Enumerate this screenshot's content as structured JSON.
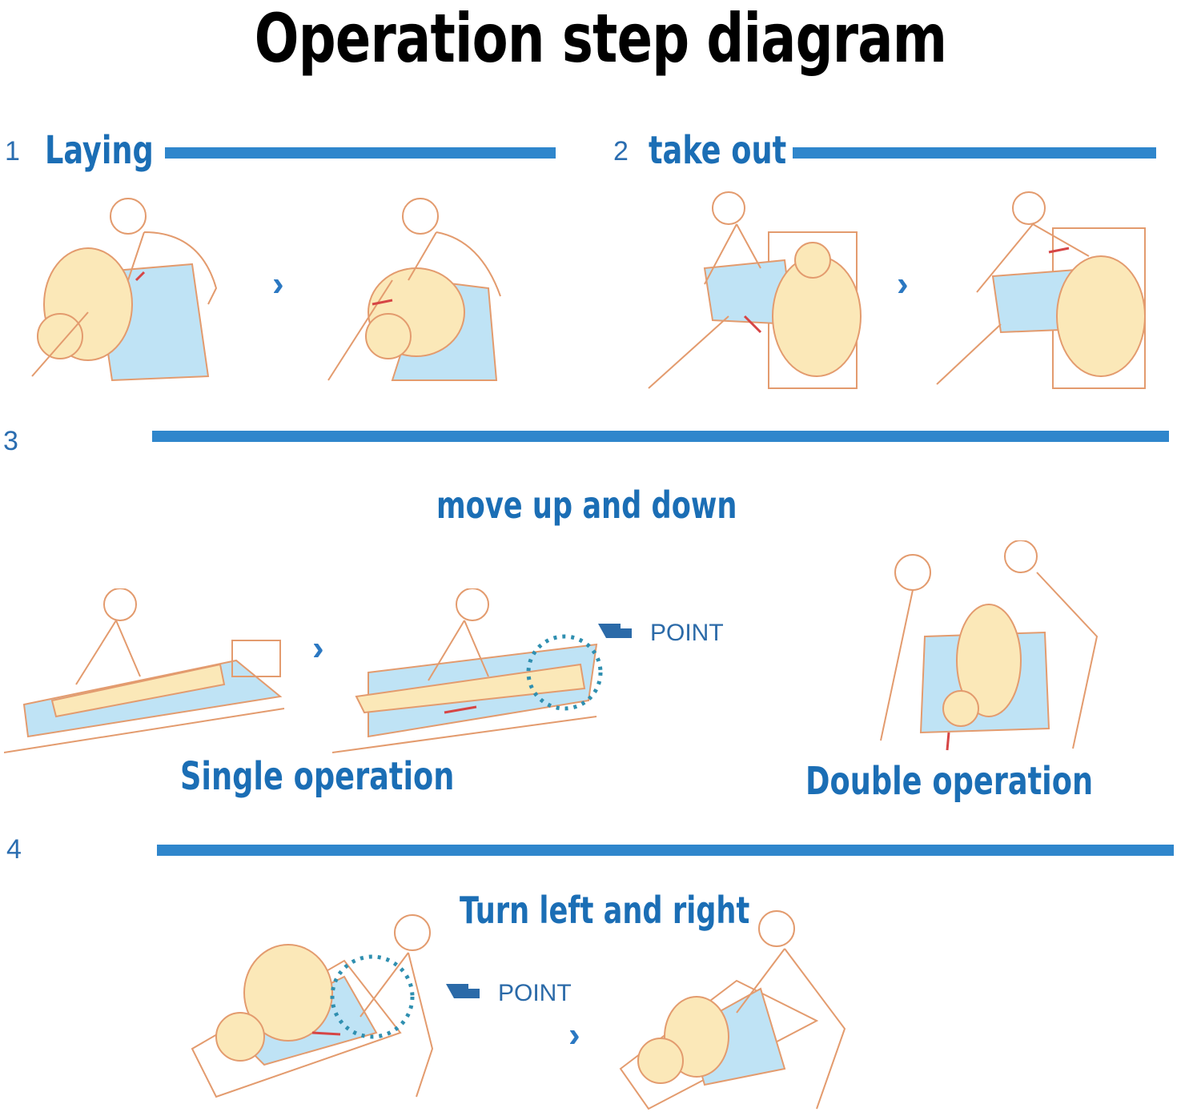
{
  "title": "Operation step diagram",
  "steps": [
    {
      "number": "1",
      "heading": "Laying"
    },
    {
      "number": "2",
      "heading": "take out"
    },
    {
      "number": "3",
      "heading": "move up and down",
      "left_caption": "Single operation",
      "right_caption": "Double operation",
      "point_label": "POINT"
    },
    {
      "number": "4",
      "heading": "Turn left and right",
      "point_label": "POINT"
    }
  ],
  "arrow_glyph": "›",
  "colors": {
    "accent": "#2f86cc",
    "sheet": "#bfe3f5",
    "skin": "#fbe8b8",
    "outline": "#e39b6e",
    "point_ring": "#2f8fb0",
    "red_arrow": "#d64545"
  }
}
